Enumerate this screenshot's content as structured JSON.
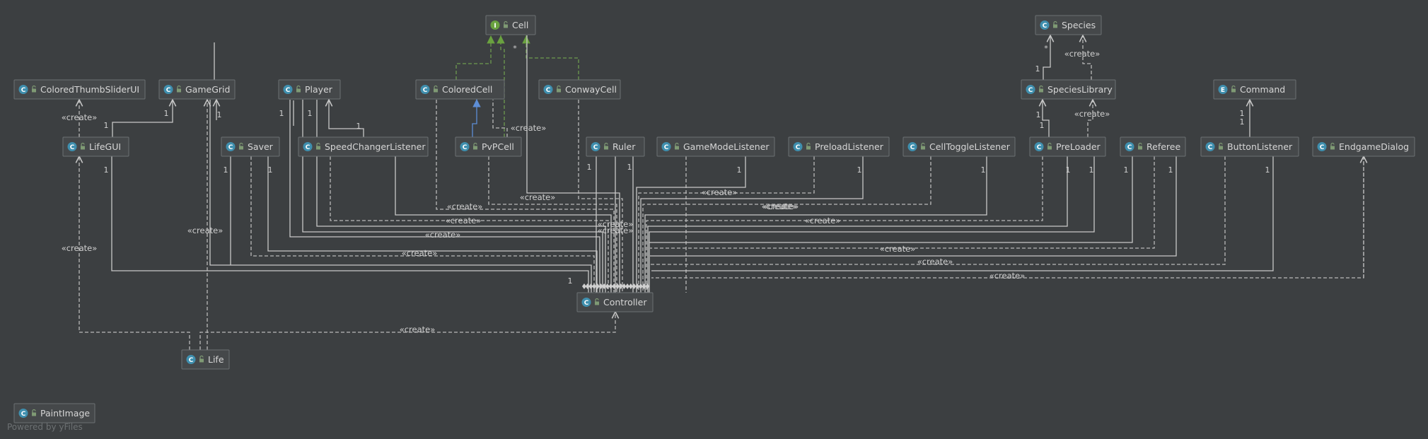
{
  "colors": {
    "background": "#3c3f41",
    "node_fill": "#45484a",
    "class_badge": "#3f8fae",
    "interface_badge": "#6aa23f",
    "enum_badge": "#3f8fae",
    "edge": "#c8c8c8",
    "realize_edge": "#6e9a4f",
    "inherit_edge": "#5d8ed6"
  },
  "nodes": [
    {
      "id": "Cell",
      "kind": "interface",
      "badge": "I",
      "label": "Cell"
    },
    {
      "id": "Species",
      "kind": "class",
      "badge": "C",
      "label": "Species"
    },
    {
      "id": "ColoredThumbSliderUI",
      "kind": "class",
      "badge": "C",
      "label": "ColoredThumbSliderUI"
    },
    {
      "id": "GameGrid",
      "kind": "class",
      "badge": "C",
      "label": "GameGrid"
    },
    {
      "id": "Player",
      "kind": "class",
      "badge": "C",
      "label": "Player"
    },
    {
      "id": "ColoredCell",
      "kind": "class",
      "badge": "C",
      "label": "ColoredCell"
    },
    {
      "id": "ConwayCell",
      "kind": "class",
      "badge": "C",
      "label": "ConwayCell"
    },
    {
      "id": "SpeciesLibrary",
      "kind": "class",
      "badge": "C",
      "label": "SpeciesLibrary"
    },
    {
      "id": "Command",
      "kind": "enum",
      "badge": "E",
      "label": "Command"
    },
    {
      "id": "LifeGUI",
      "kind": "class",
      "badge": "C",
      "label": "LifeGUI"
    },
    {
      "id": "Saver",
      "kind": "class",
      "badge": "C",
      "label": "Saver"
    },
    {
      "id": "SpeedChangerListener",
      "kind": "class",
      "badge": "C",
      "label": "SpeedChangerListener"
    },
    {
      "id": "PvPCell",
      "kind": "class",
      "badge": "C",
      "label": "PvPCell"
    },
    {
      "id": "Ruler",
      "kind": "class",
      "badge": "C",
      "label": "Ruler"
    },
    {
      "id": "GameModeListener",
      "kind": "class",
      "badge": "C",
      "label": "GameModeListener"
    },
    {
      "id": "PreloadListener",
      "kind": "class",
      "badge": "C",
      "label": "PreloadListener"
    },
    {
      "id": "CellToggleListener",
      "kind": "class",
      "badge": "C",
      "label": "CellToggleListener"
    },
    {
      "id": "PreLoader",
      "kind": "class",
      "badge": "C",
      "label": "PreLoader"
    },
    {
      "id": "Referee",
      "kind": "class",
      "badge": "C",
      "label": "Referee"
    },
    {
      "id": "ButtonListener",
      "kind": "class",
      "badge": "C",
      "label": "ButtonListener"
    },
    {
      "id": "EndgameDialog",
      "kind": "class",
      "badge": "C",
      "label": "EndgameDialog"
    },
    {
      "id": "Controller",
      "kind": "class",
      "badge": "C",
      "label": "Controller"
    },
    {
      "id": "Life",
      "kind": "class",
      "badge": "C",
      "label": "Life"
    },
    {
      "id": "PaintImage",
      "kind": "class",
      "badge": "C",
      "label": "PaintImage"
    }
  ],
  "edge_labels": {
    "create": "«create»",
    "one": "1",
    "many": "*"
  },
  "footer": "Powered by yFiles"
}
